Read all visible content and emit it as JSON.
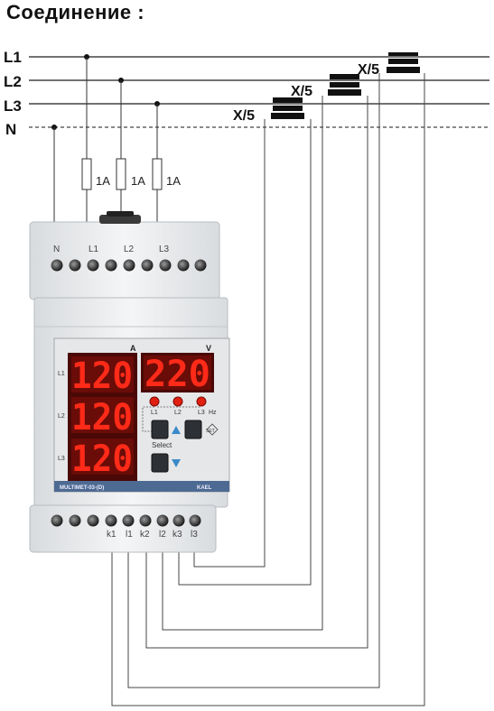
{
  "title": "Соединение :",
  "lines": {
    "l1": "L1",
    "l2": "L2",
    "l3": "L3",
    "n": "N"
  },
  "fuses": [
    "1A",
    "1A",
    "1A"
  ],
  "ct_labels": [
    "X/5",
    "X/5",
    "X/5"
  ],
  "top_terminals": [
    "N",
    "L1",
    "L2",
    "L3"
  ],
  "bottom_terminals": [
    "k1",
    "l1",
    "k2",
    "l2",
    "k3",
    "l3"
  ],
  "meter": {
    "unit_current": "A",
    "unit_voltage": "V",
    "row_labels": [
      "L1",
      "L2",
      "L3"
    ],
    "current_readings": [
      "120",
      "120",
      "120"
    ],
    "voltage_reading": "220",
    "led_labels": [
      "L1",
      "L2",
      "L3",
      "Hz"
    ],
    "select_label": "Select",
    "set_label": "SET",
    "model": "MULTIMET-03-(D)",
    "brand": "KAEL"
  },
  "colors": {
    "display_red": "#ff2a18",
    "display_bg": "#4a0806",
    "model_bar": "#4d6a93"
  }
}
